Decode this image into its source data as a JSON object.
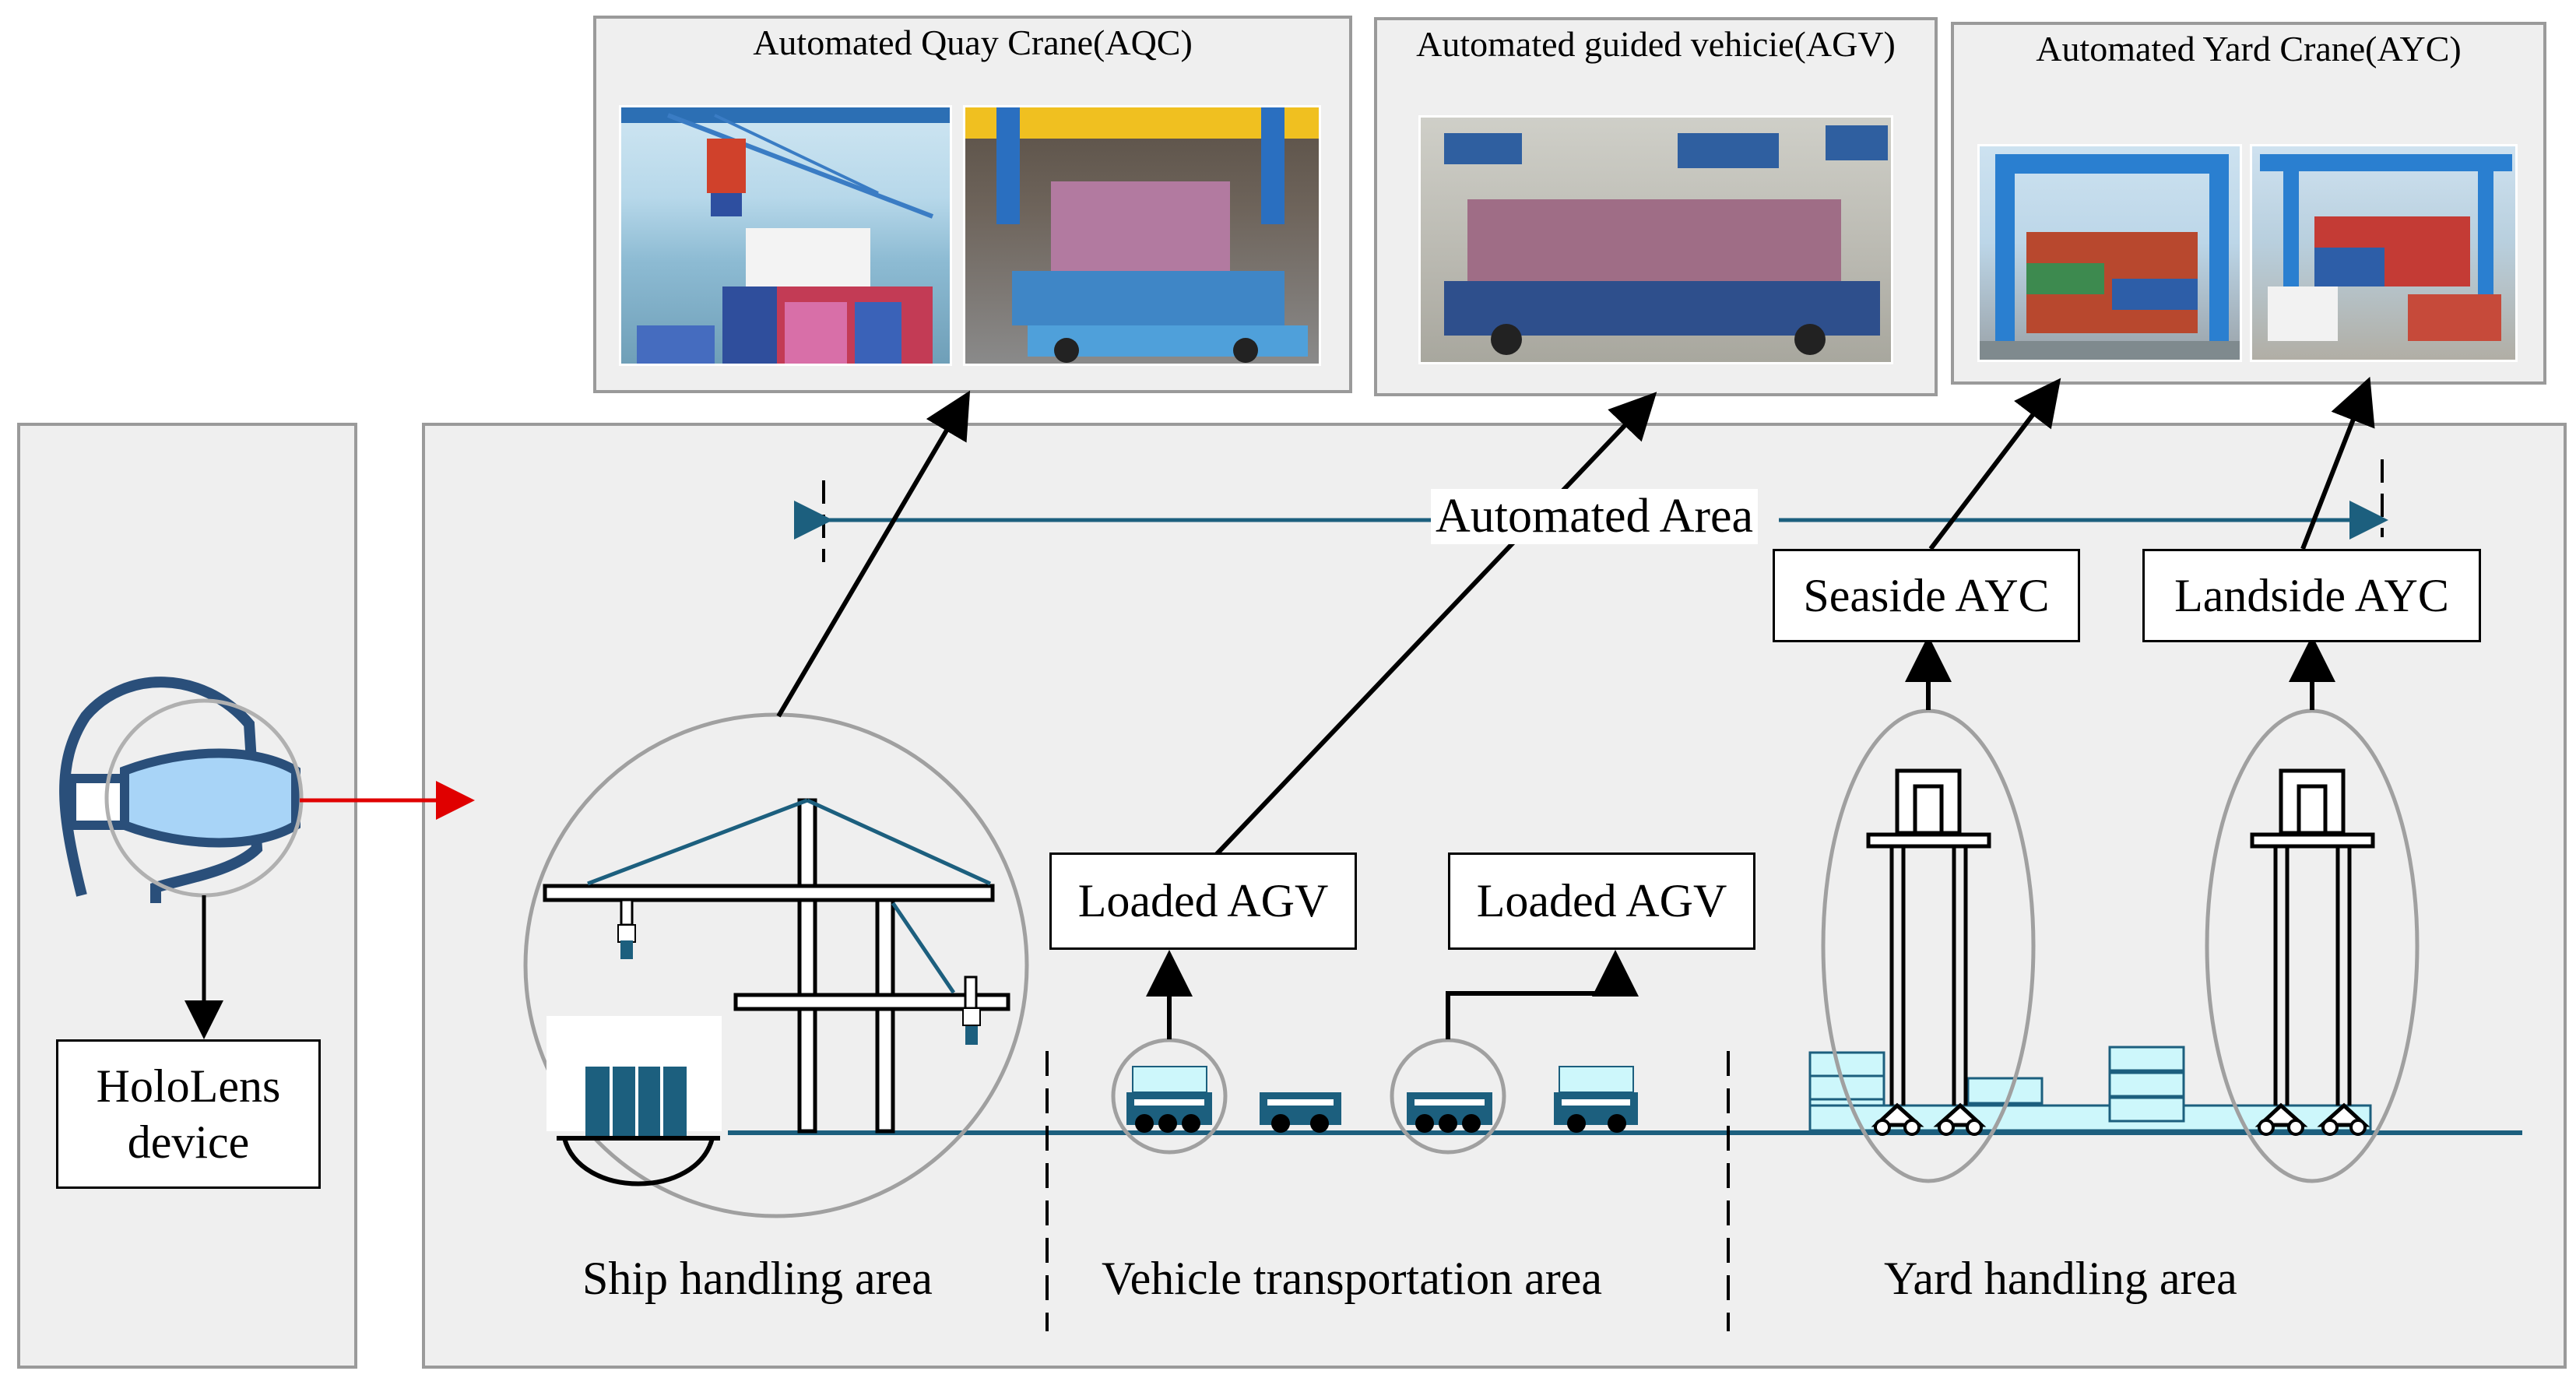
{
  "device": {
    "label_line1": "HoloLens",
    "label_line2": "device"
  },
  "photos": {
    "aqc_title": "Automated Quay Crane(AQC)",
    "agv_title": "Automated guided vehicie(AGV)",
    "ayc_title": "Automated Yard Crane(AYC)"
  },
  "labels": {
    "automated_area": "Automated Area",
    "seaside_ayc": "Seaside AYC",
    "landside_ayc": "Landside AYC",
    "loaded_agv_1": "Loaded AGV",
    "loaded_agv_2": "Loaded AGV"
  },
  "areas": {
    "ship": "Ship handling area",
    "vehicle": "Vehicle transportation area",
    "yard": "Yard handling area"
  },
  "colors": {
    "panel_bg": "#efefef",
    "panel_border": "#9a9a9a",
    "accent_blue": "#1c5f7e",
    "cyan_fill": "#cdf7fb",
    "headset_blue": "#a8d4f7",
    "red_arrow": "#e00000"
  }
}
